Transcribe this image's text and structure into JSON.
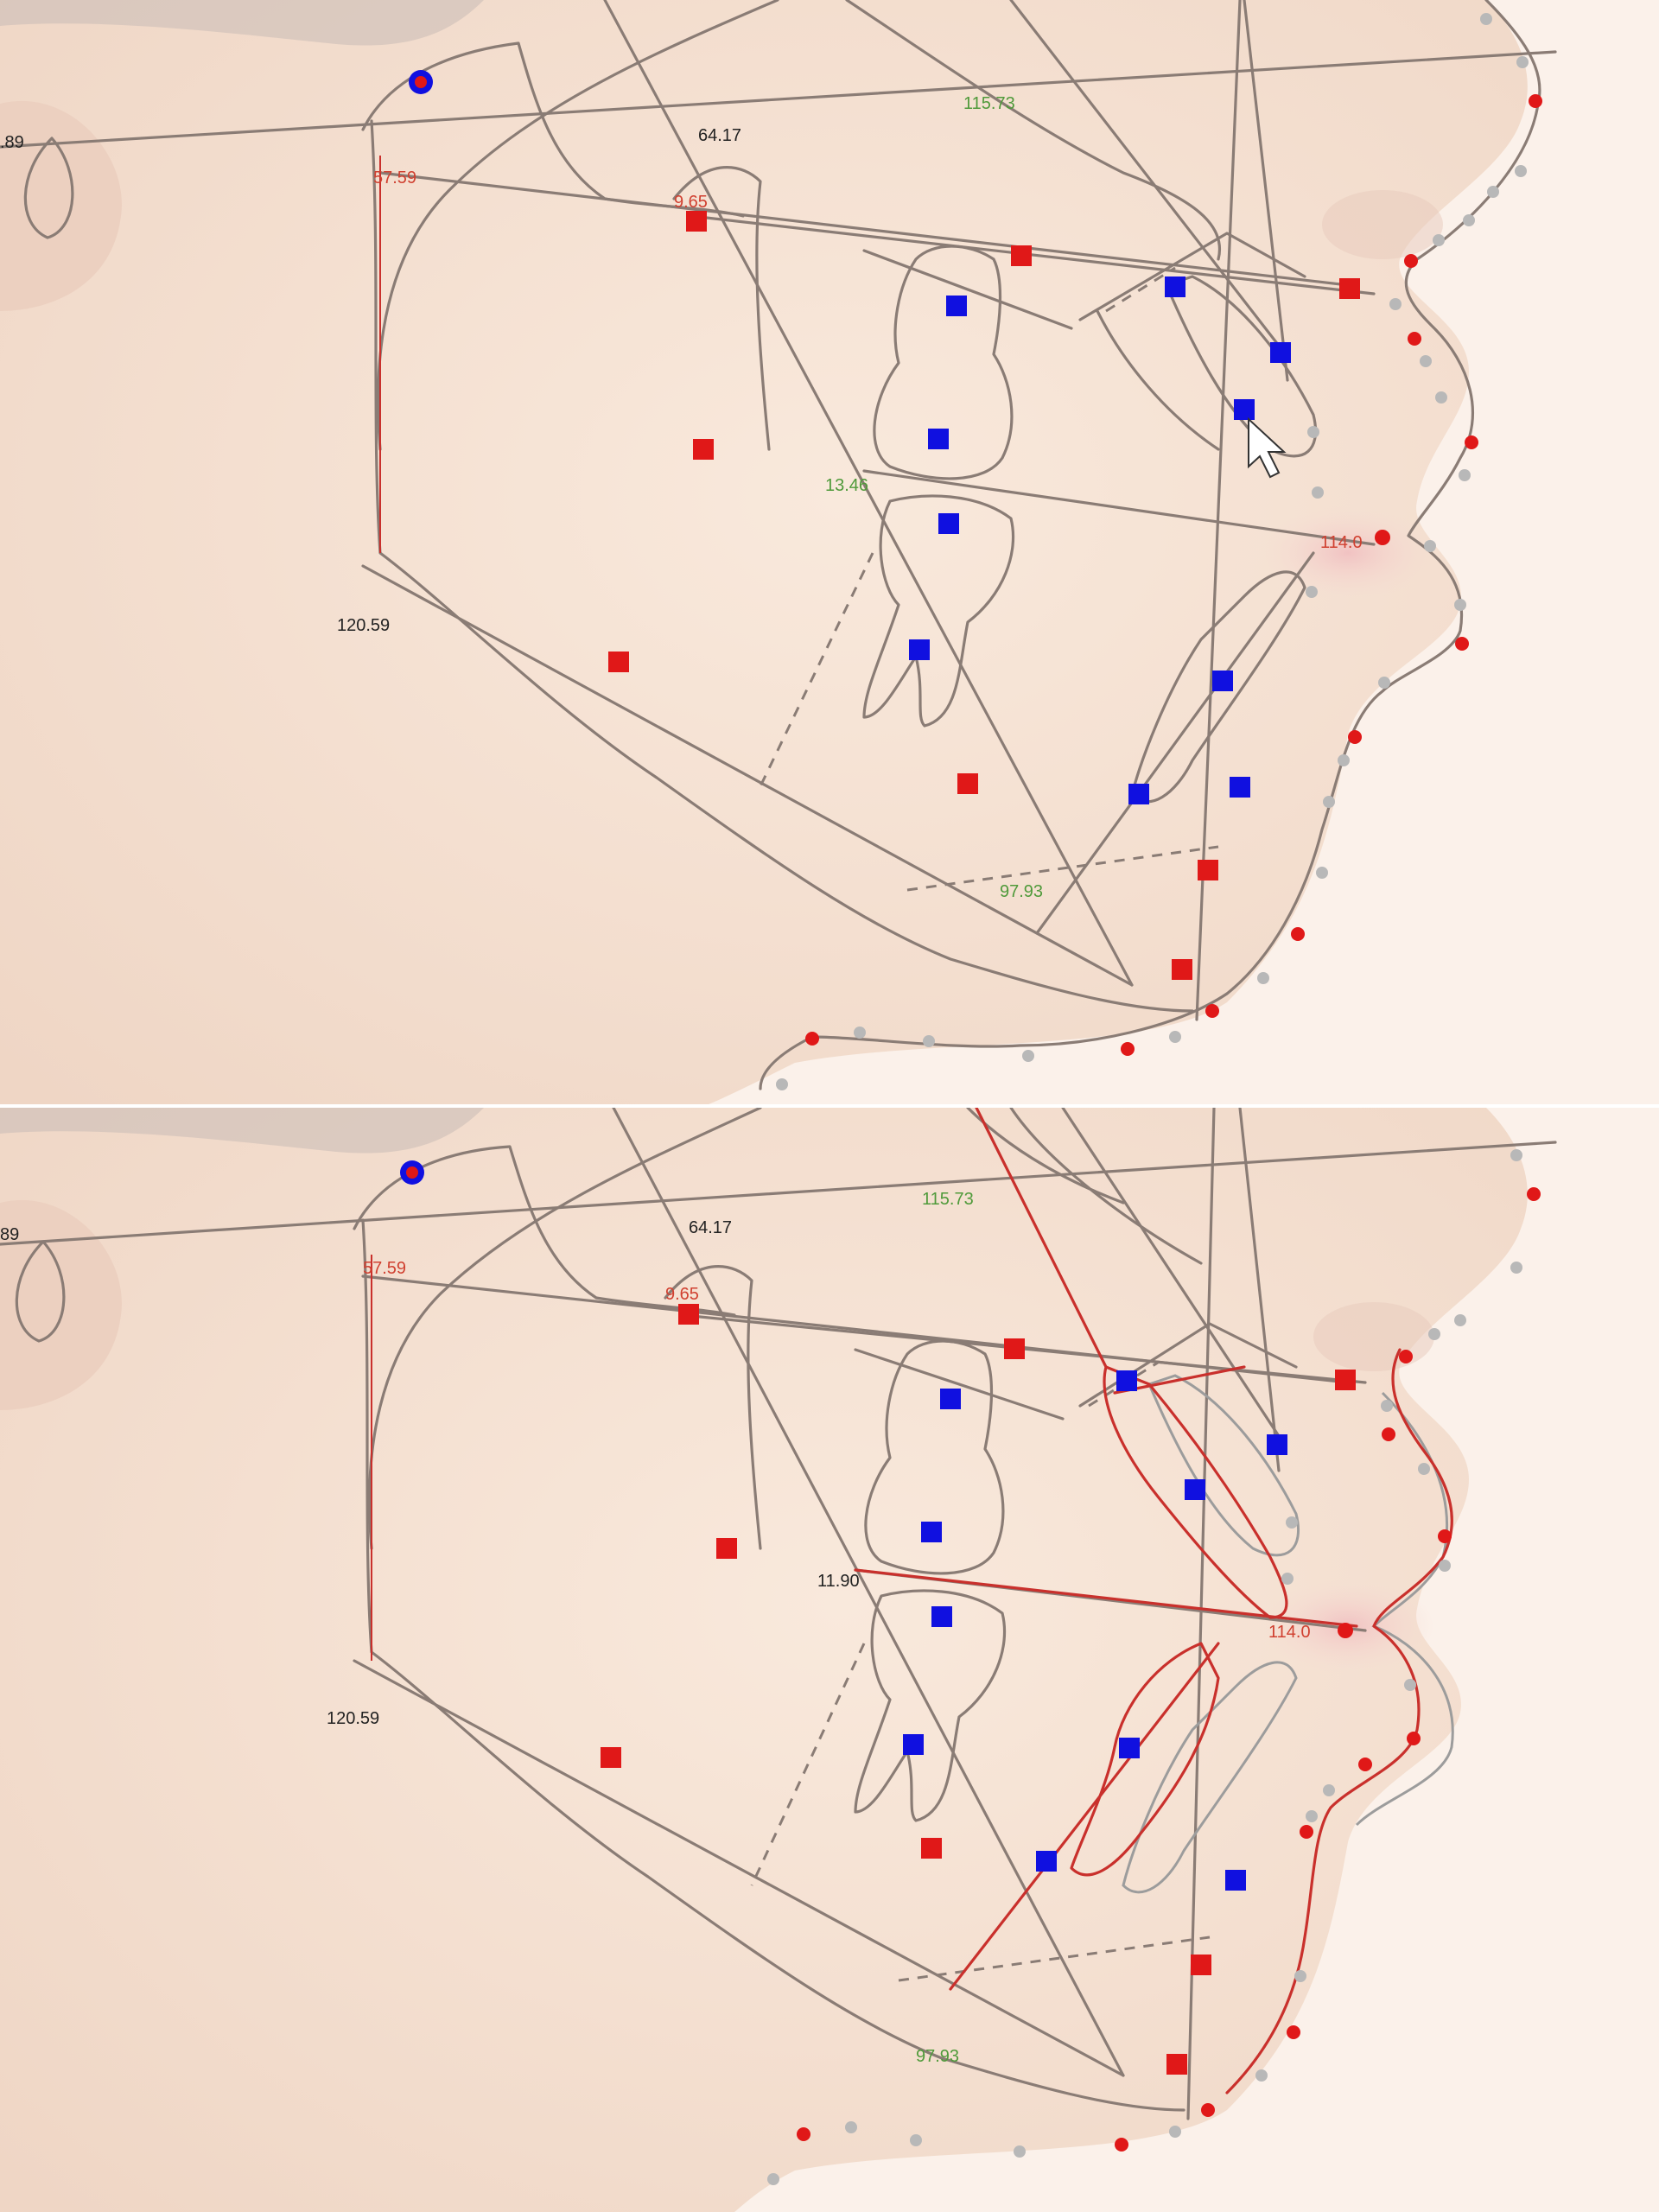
{
  "colors": {
    "skin": "#f6e6d8",
    "trace": "#8a7c75",
    "red_landmark": "#e01818",
    "blue_landmark": "#1010e0",
    "grey_dot": "#b8b8b8",
    "red_trace": "#c9302c",
    "angle_green": "#4f9a3a",
    "angle_red": "#d04030",
    "angle_black": "#222222"
  },
  "top_panel": {
    "measurements": {
      "edge_cut": ".89",
      "sn_angle": "57.59",
      "small_angle": "9.65",
      "upper_angle": "64.17",
      "frankfort_angle": "115.73",
      "occlusal_angle": "13.46",
      "gonial_angle": "120.59",
      "interincisal_angle": "114.0",
      "mandibular_angle": "97.93"
    }
  },
  "bottom_panel": {
    "measurements": {
      "edge_cut": "89",
      "sn_angle": "57.59",
      "small_angle": "9.65",
      "upper_angle": "64.17",
      "frankfort_angle": "115.73",
      "occlusal_angle": "11.90",
      "gonial_angle": "120.59",
      "interincisal_angle": "114.0",
      "mandibular_angle": "97.93"
    }
  }
}
